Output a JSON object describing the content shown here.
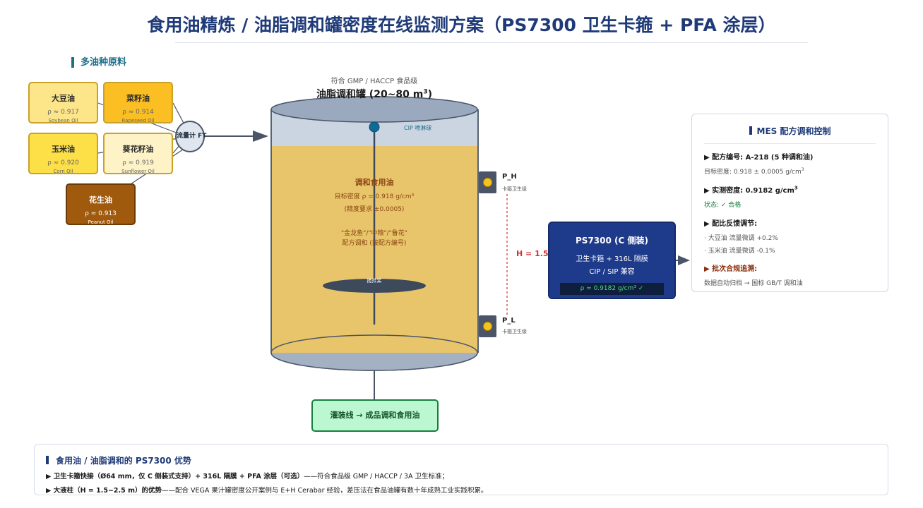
{
  "title": "食用油精炼 / 油脂调和罐密度在线监测方案（PS7300 卫生卡箍 + PFA 涂层）",
  "raw_section": "多油种原料",
  "oils": {
    "soybean": {
      "name": "大豆油",
      "rho": "ρ ≈ 0.917",
      "en": "Soybean Oil"
    },
    "rapeseed": {
      "name": "菜籽油",
      "rho": "ρ ≈ 0.914",
      "en": "Rapeseed Oil"
    },
    "corn": {
      "name": "玉米油",
      "rho": "ρ ≈ 0.920",
      "en": "Corn Oil"
    },
    "sunflower": {
      "name": "葵花籽油",
      "rho": "ρ ≈ 0.919",
      "en": "Sunflower Oil"
    },
    "peanut": {
      "name": "花生油",
      "rho": "ρ ≈ 0.913",
      "en": "Peanut Oil"
    }
  },
  "flowmeter": "流量计 FT",
  "tank": {
    "standard": "符合 GMP / HACCP 食品级",
    "title": "油脂调和罐 (20~80 m",
    "title_exp": "3",
    "title_end": ")",
    "cip": "CIP 喷淋球",
    "oil_name": "调和食用油",
    "target": "目标密度 ρ = 0.918 g/cm³",
    "precision": "(精度要求 ±0.0005)",
    "brands": "\"金龙鱼\"/\"中粮\"/\"鲁花\"",
    "recipe": "配方调和 (按配方编号)",
    "agitator": "搅拌桨"
  },
  "sensors": {
    "high": {
      "label": "P_H",
      "sub": "卡箍卫生级"
    },
    "low": {
      "label": "P_L",
      "sub": "卡箍卫生级"
    },
    "height": "H = 1.5 m"
  },
  "transmitter": {
    "title": "PS7300 (C 侧装)",
    "line1": "卫生卡箍 + 316L 隔膜",
    "line2": "CIP / SIP 兼容",
    "reading": "ρ = 0.9182 g/cm³ ✓"
  },
  "mes": {
    "title": "MES 配方调和控制",
    "recipe_no": "▶ 配方编号: A-218 (5 种调和油)",
    "target": "目标密度: 0.918 ± 0.0005 g/cm",
    "target_exp": "3",
    "measured": "▶ 实测密度: 0.9182 g/cm",
    "measured_exp": "3",
    "status": "状态: ✓ 合格",
    "feedback": "▶ 配比反馈调节:",
    "adj1": "· 大豆油 流量微调 +0.2%",
    "adj2": "· 玉米油 流量微调 -0.1%",
    "trace": "▶ 批次合规追溯:",
    "trace_text": "数据自动归档 → 国标 GB/T 调和油"
  },
  "filling": "灌装线 → 成品调和食用油",
  "bottom": {
    "title": "食用油 / 油脂调和的 PS7300 优势",
    "line1_b": "▶ 卫生卡箍快接（Ø64 mm，仅 C 侧装式支持）+ 316L 隔膜 + PFA 涂层（可选）",
    "line1": "——符合食品级 GMP / HACCP / 3A 卫生标准；",
    "line2_b": "▶ 大液柱（H = 1.5~2.5 m）的优势",
    "line2": "——配合 VEGA 果汁罐密度公开案例与 E+H Cerabar 经验，差压法在食品油罐有数十年成熟工业实践积累。"
  },
  "colors": {
    "accent": "#1f3a78",
    "transmitter": "#1e3a8a",
    "oil_fill": "#e8c56a",
    "height_line": "#d32f2f",
    "filling": "#bbf7d0"
  }
}
